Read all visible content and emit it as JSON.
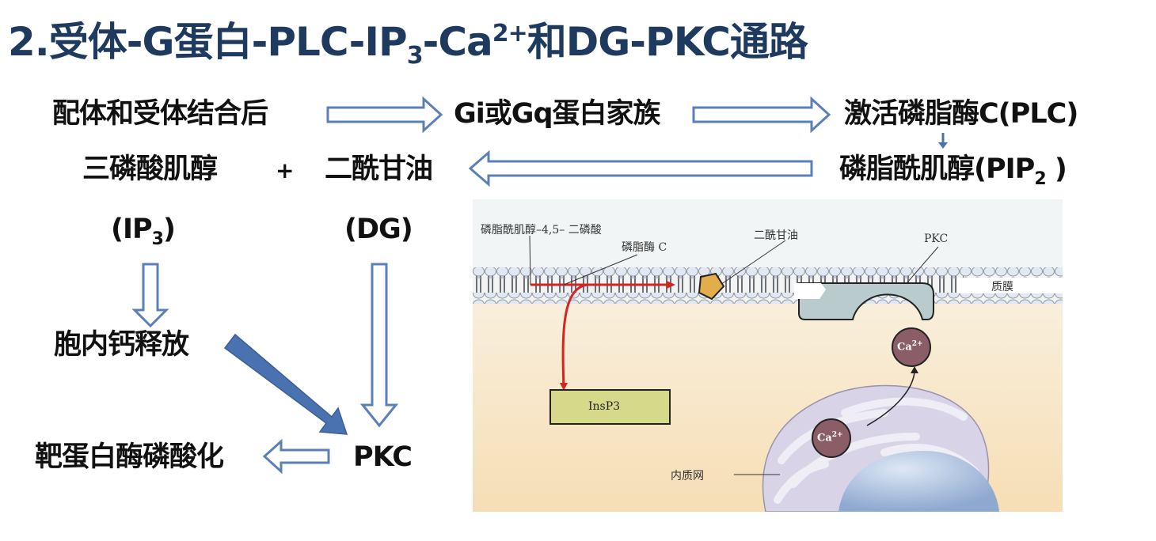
{
  "title": {
    "prefix": "2.受体-G蛋白-PLC-IP",
    "sub": "3",
    "mid": "-Ca",
    "sup": "2+",
    "suffix": "和DG-PKC通路"
  },
  "flow": {
    "n1": "配体和受体结合后",
    "n2": "Gi或Gq蛋白家族",
    "n3": "激活磷脂酶C(PLC)",
    "n4_main": "磷脂酰肌醇(PIP",
    "n4_sub": "2",
    "n4_end": " )",
    "n5": "三磷酸肌醇",
    "plus": "+",
    "n6": "二酰甘油",
    "n7_main": "(IP",
    "n7_sub": "3",
    "n7_end": ")",
    "n8": "(DG)",
    "n9": "胞内钙释放",
    "n10": "PKC",
    "n11": "靶蛋白酶磷酸化"
  },
  "figure": {
    "label_pip2": "磷脂酰肌醇–4,5– 二磷酸",
    "label_plc": "磷脂酶 C",
    "label_dg": "二酰甘油",
    "label_pkc": "PKC",
    "label_membrane": "质膜",
    "label_insp3": "InsP3",
    "label_ca": "Ca",
    "label_ca_sup": "2+",
    "label_er": "内质网"
  },
  "colors": {
    "title": "#1f3a5f",
    "arrow_stroke": "#5b80b8",
    "arrow_fill_solid": "#4a72b0",
    "membrane_head": "#dfe6ef",
    "cytoplasm": "#f8e7c4",
    "extracellular": "#f1f5f5",
    "pkc_fill": "#b9cbcc",
    "dg_fill": "#e2ad4a",
    "ca_fill": "#8b5d66",
    "insp3_fill": "#d7d98a",
    "red_arrow": "#d42525",
    "nucleus": "#9db4d6",
    "er_fill": "#d7d2e6"
  }
}
